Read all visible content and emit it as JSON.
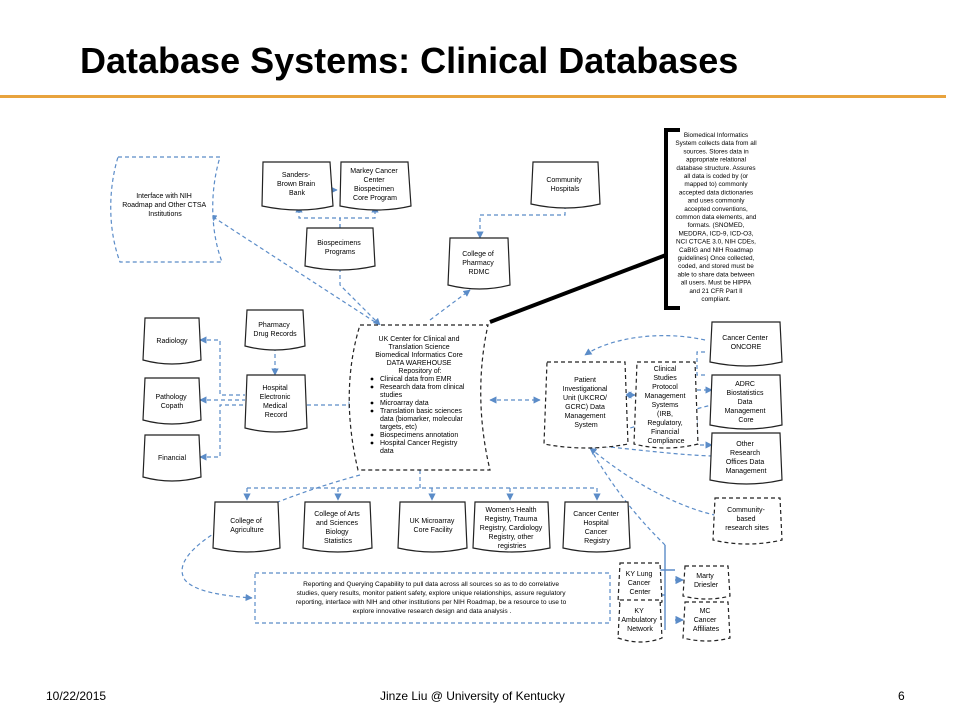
{
  "slide": {
    "title": "Database Systems: Clinical Databases",
    "footer_date": "10/22/2015",
    "footer_author": "Jinze Liu @ University of Kentucky",
    "footer_page": "6",
    "accent_color": "#E8A33D",
    "line_color": "#5B8CC8"
  },
  "diagram": {
    "nih": [
      "Interface with NIH",
      "Roadmap  and Other CTSA",
      "Institutions"
    ],
    "sanders": [
      "Sanders-",
      "Brown Brain",
      "Bank"
    ],
    "markey": [
      "Markey Cancer",
      "Center",
      "Biospecimen",
      "Core Program"
    ],
    "community_hospitals": [
      "Community",
      "Hospitals"
    ],
    "biospecimens": [
      "Biospecimens",
      "Programs"
    ],
    "pharmacy_rdmc": [
      "College of",
      "Pharmacy",
      "RDMC"
    ],
    "bmi_note": [
      "Biomedical Informatics",
      "System collects data from all",
      "sources.  Stores data in",
      "appropriate relational",
      "database structure.  Assures",
      "all data is coded by (or",
      "mapped to) commonly",
      "accepted data dictionaries",
      "and uses commonly",
      "accepted conventions,",
      "common data elements,  and",
      "formats.  (SNOMED,",
      "MEDDRA, ICD-9, ICD-O3,",
      "NCI CTCAE 3.0, NIH CDEs,",
      "CaBIG and NIH Roadmap",
      "guidelines)  Once collected,",
      "coded, and stored must be",
      "able to share data between",
      "all users.  Must be HIPPA",
      "and 21 CFR Part II",
      "compliant."
    ],
    "radiology": [
      "Radiology"
    ],
    "pathology": [
      "Pathology",
      "Copath"
    ],
    "financial": [
      "Financial"
    ],
    "pharmacy_drug": [
      "Pharmacy",
      "Drug Records"
    ],
    "hemr": [
      "Hospital",
      "Electronic",
      "Medical",
      "Record"
    ],
    "warehouse_head": [
      "UK Center for Clinical and",
      "Translation Science",
      "Biomedical Informatics Core",
      "DATA WAREHOUSE",
      "Repository of:"
    ],
    "warehouse_items": [
      "Clinical data from EMR",
      "Research data from clinical",
      "studies",
      "Microarray data",
      "Translation basic sciences",
      "data (biomarker, molecular",
      "targets, etc)",
      "Biospecimens annotation",
      "Hospital Cancer Registry",
      "data"
    ],
    "piu": [
      "Patient",
      "Investigational",
      "Unit (UKCRO/",
      "GCRC) Data",
      "Management",
      "System"
    ],
    "cspms": [
      "Clinical",
      "Studies",
      "Protocol",
      "Management",
      "Systems",
      "(IRB,",
      "Regulatory,",
      "Financial",
      "Compliance"
    ],
    "oncore": [
      "Cancer Center",
      "ONCORE"
    ],
    "adrc": [
      "ADRC",
      "Biostatistics",
      "Data",
      "Management",
      "Core"
    ],
    "other_research": [
      "Other",
      "Research",
      "Offices Data",
      "Management"
    ],
    "community_sites": [
      "Community-",
      "based",
      "research sites"
    ],
    "agriculture": [
      "College of",
      "Agriculture"
    ],
    "arts_sciences": [
      "College of Arts",
      "and Sciences",
      "Biology",
      "Statistics"
    ],
    "microarray": [
      "UK Microarray",
      "Core Facility"
    ],
    "womens": [
      "Women's Health",
      "Registry, Trauma",
      "Registry, Cardiology",
      "Registry, other",
      "registries"
    ],
    "cancer_registry": [
      "Cancer Center",
      "Hospital",
      "Cancer",
      "Registry"
    ],
    "reporting": [
      "Reporting and Querying  Capability to pull data across all sources so as to do correlative",
      "studies, query results, monitor patient safety, explore unique relationships,  assure regulatory",
      "reporting, interface with NIH and other institutions per NIH Roadmap, be a resource to use to",
      "explore innovative research design and data analysis ."
    ],
    "ky_lung": [
      "KY Lung",
      "Cancer",
      "Center"
    ],
    "marty": [
      "Marty",
      "Driesler"
    ],
    "ky_ambulatory": [
      "KY",
      "Ambulatory",
      "Network"
    ],
    "mc_cancer": [
      "MC",
      "Cancer",
      "Affiliates"
    ]
  }
}
